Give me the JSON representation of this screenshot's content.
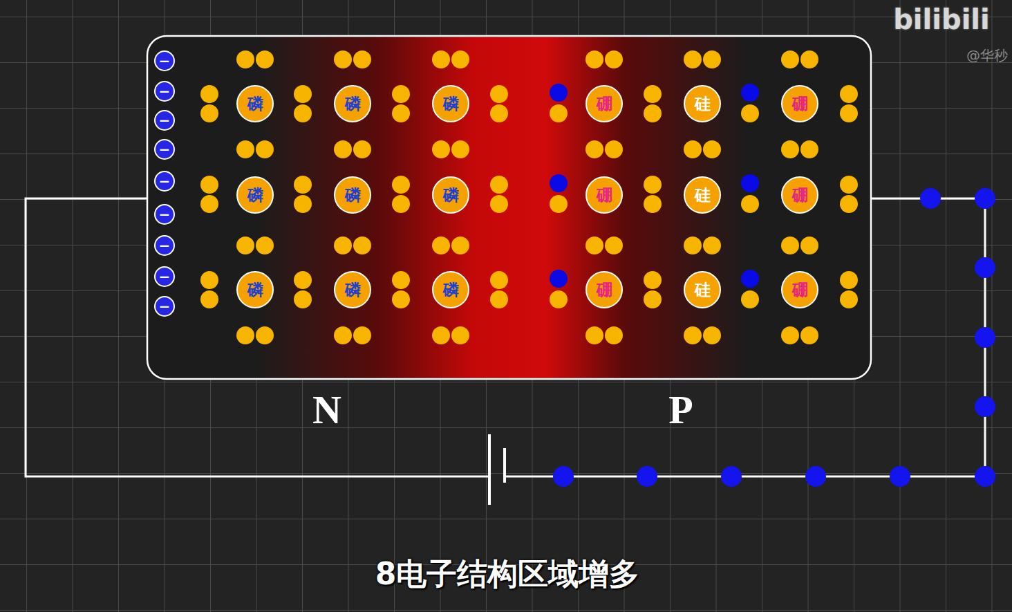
{
  "diagram": {
    "caption": "8电子结构区域增多",
    "nodes": [
      {
        "text": [
          "−"
        ]
      },
      {
        "text": [
          "−"
        ]
      },
      {
        "text": [
          "−"
        ]
      },
      {
        "text": [
          "−"
        ]
      },
      {
        "text": [
          "−"
        ]
      },
      {
        "text": [
          "−"
        ]
      },
      {
        "text": [
          "−"
        ]
      },
      {
        "text": [
          "−"
        ]
      },
      {
        "text": [
          "−"
        ]
      },
      {
        "text": [
          "磷"
        ]
      },
      {
        "text": [
          "磷"
        ]
      },
      {
        "text": [
          "磷"
        ]
      },
      {
        "text": [
          "硼"
        ]
      },
      {
        "text": [
          "硅"
        ]
      },
      {
        "text": [
          "硼"
        ]
      },
      {
        "text": [
          "磷"
        ]
      },
      {
        "text": [
          "磷"
        ]
      },
      {
        "text": [
          "磷"
        ]
      },
      {
        "text": [
          "硼"
        ]
      },
      {
        "text": [
          "硅"
        ]
      },
      {
        "text": [
          "硼"
        ]
      },
      {
        "text": [
          "磷"
        ]
      },
      {
        "text": [
          "磷"
        ]
      },
      {
        "text": [
          "磷"
        ]
      },
      {
        "text": [
          "硼"
        ]
      },
      {
        "text": [
          "硅"
        ]
      },
      {
        "text": [
          "硼"
        ]
      }
    ],
    "labels": [
      "N",
      "P",
      "bilibili",
      "@华秒"
    ]
  }
}
